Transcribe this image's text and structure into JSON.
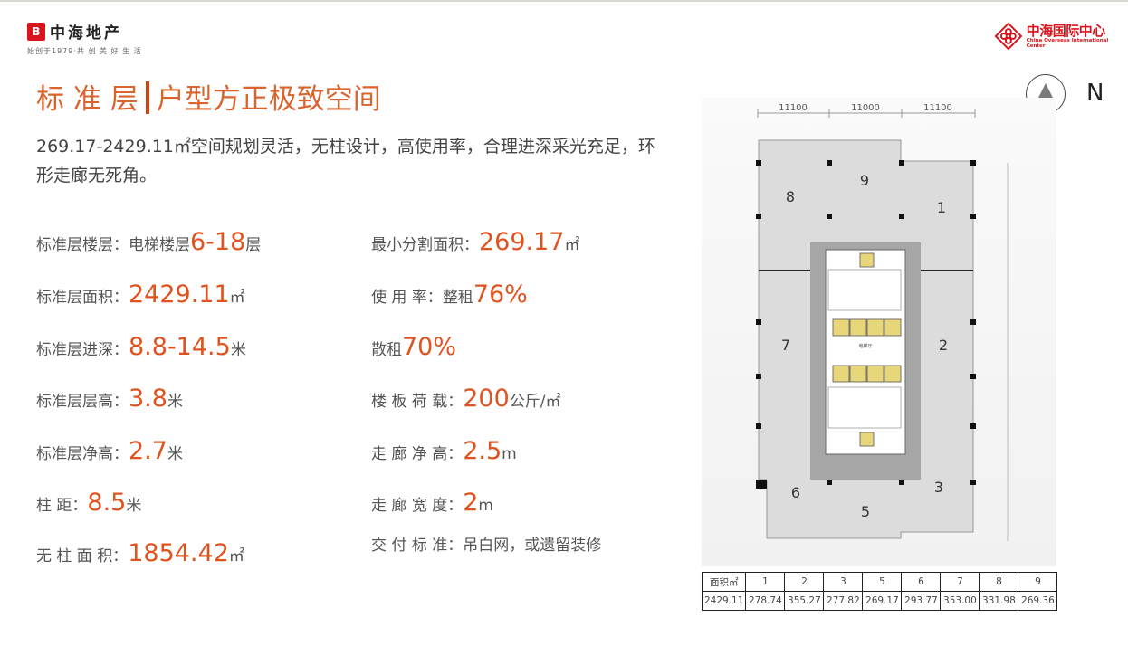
{
  "logo_left": {
    "badge": "B",
    "name": "中海地产",
    "slogan": "始创于1979·共 创 美 好 生 活"
  },
  "logo_right": {
    "cn": "中海国际中心",
    "en": "China Overseas International Center",
    "color": "#d9141c"
  },
  "title": {
    "left": "标 准 层",
    "right": "户型方正极致空间",
    "color": "#d9642e"
  },
  "description": "269.17-2429.11㎡空间规划灵活，无柱设计，高使用率，合理进深采光充足，环形走廊无死角。",
  "specs_left": [
    {
      "label": "标准层楼层：",
      "prefix": "电梯楼层",
      "value": "6-18",
      "unit": "层"
    },
    {
      "label": "标准层面积：",
      "prefix": "",
      "value": "2429.11",
      "unit": "㎡"
    },
    {
      "label": "标准层进深：",
      "prefix": "",
      "value": "8.8-14.5",
      "unit": "米"
    },
    {
      "label": "标准层层高：",
      "prefix": "",
      "value": "3.8",
      "unit": "米"
    },
    {
      "label": "标准层净高：",
      "prefix": "",
      "value": "2.7",
      "unit": "米"
    },
    {
      "label": "柱        距：",
      "prefix": "",
      "value": "8.5",
      "unit": "米"
    },
    {
      "label": "无 柱 面 积：",
      "prefix": "",
      "value": "1854.42",
      "unit": "㎡"
    }
  ],
  "specs_right": [
    {
      "label": "最小分割面积：",
      "prefix": "",
      "value": "269.17",
      "unit": "㎡"
    },
    {
      "label": "使     用     率：",
      "prefix": "整租",
      "value": "76%",
      "unit": ""
    },
    {
      "label": "",
      "prefix": "散租",
      "value": "70%",
      "unit": ""
    },
    {
      "label": "楼 板 荷 载：",
      "prefix": "",
      "value": "200",
      "unit": "公斤/㎡"
    },
    {
      "label": "走 廊 净 高：",
      "prefix": "",
      "value": "2.5",
      "unit": "m"
    },
    {
      "label": "走 廊 宽 度：",
      "prefix": "",
      "value": "2",
      "unit": "m"
    },
    {
      "label": "交 付 标 准：",
      "prefix": "吊白网，或遗留装修",
      "value": "",
      "unit": ""
    }
  ],
  "compass": {
    "label": "N",
    "icon": "north-arrow-icon"
  },
  "floor_plan": {
    "dimensions_top": [
      "11100",
      "11000",
      "11100"
    ],
    "units": [
      "1",
      "2",
      "3",
      "5",
      "6",
      "7",
      "8",
      "9"
    ],
    "lobby_label": "电梯厅"
  },
  "area_table": {
    "header": [
      "面积㎡",
      "1",
      "2",
      "3",
      "5",
      "6",
      "7",
      "8",
      "9"
    ],
    "row": [
      "2429.11",
      "278.74",
      "355.27",
      "277.82",
      "269.17",
      "293.77",
      "353.00",
      "331.98",
      "269.36"
    ]
  }
}
